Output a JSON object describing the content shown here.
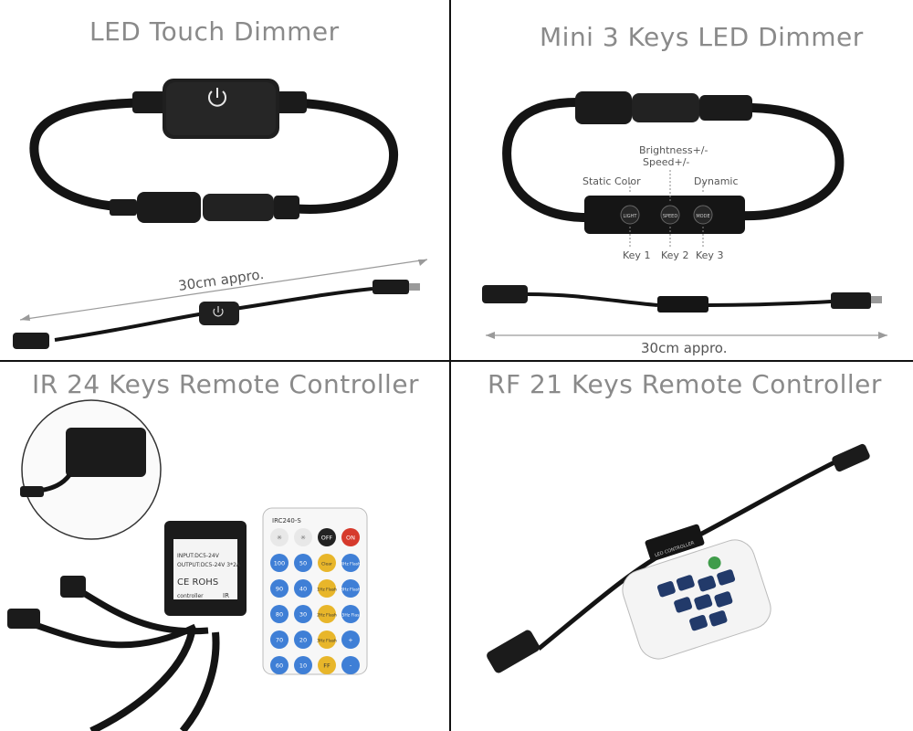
{
  "panels": [
    {
      "title": "LED Touch Dimmer",
      "length_label": "30cm appro."
    },
    {
      "title": "Mini 3 Keys LED Dimmer",
      "length_label": "30cm appro.",
      "callouts": {
        "brightness": "Brightness+/-",
        "speed": "Speed+/-",
        "static_color": "Static Color",
        "dynamic": "Dynamic",
        "key1": "Key 1",
        "key2": "Key 2",
        "key3": "Key 3"
      },
      "button_labels": {
        "light": "LIGHT",
        "speed": "SPEED",
        "mode": "MODE"
      }
    },
    {
      "title": "IR 24 Keys Remote Controller",
      "receiver": {
        "input": "INPUT:DC5-24V",
        "output": "OUTPUT:DC5-24V 3*2A",
        "ce": "CE ROHS",
        "controller": "controller",
        "ir": "IR"
      },
      "remote": {
        "model": "IRC240-S",
        "keys": [
          [
            "☼",
            "☼",
            "OFF",
            "ON"
          ],
          [
            "100",
            "50",
            "Clear",
            "4Hz Flash"
          ],
          [
            "90",
            "40",
            "1Hz Flash",
            "8Hz Flash"
          ],
          [
            "80",
            "30",
            "2Hz Flash",
            "15Hz Flash"
          ],
          [
            "70",
            "20",
            "3Hz Flash",
            "+"
          ],
          [
            "60",
            "10",
            "FF",
            "-"
          ]
        ]
      }
    },
    {
      "title": "RF 21 Keys Remote Controller",
      "controller_label": "LED CONTROLLER"
    }
  ],
  "colors": {
    "title": "#8a8a8a",
    "device": "#1b1b1b",
    "cable": "#141414",
    "divider": "#111111",
    "remote_blue": "#3f7fd6",
    "remote_yellow": "#e8b62a",
    "remote_red": "#d63a2c"
  }
}
